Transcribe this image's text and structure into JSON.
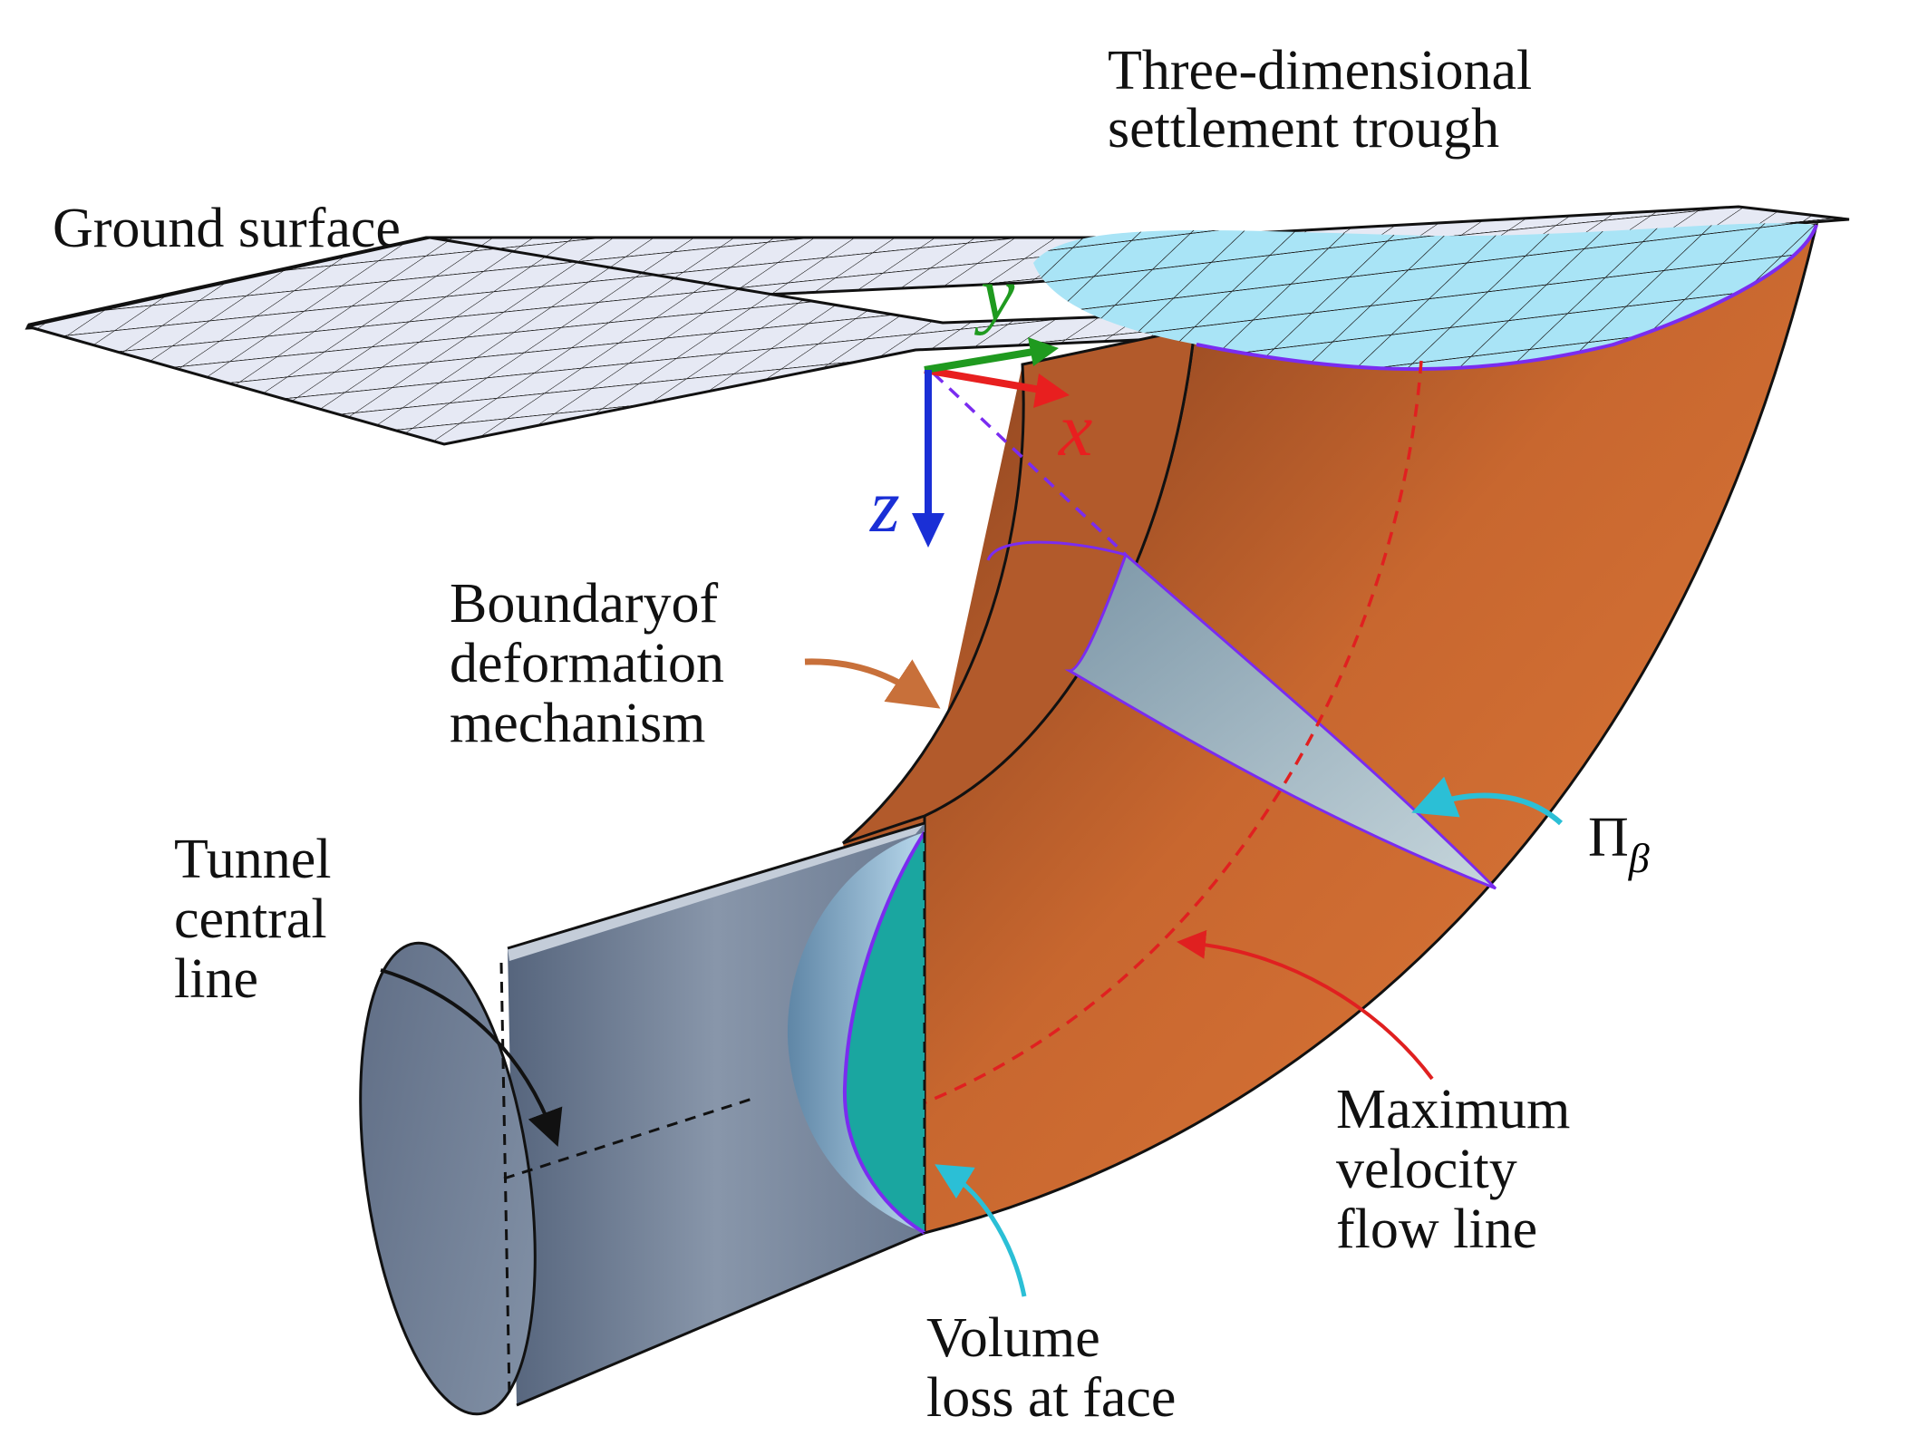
{
  "labels": {
    "three_dimensional_trough": [
      "Three-dimensional",
      "settlement trough"
    ],
    "ground_surface": "Ground surface",
    "boundary": [
      "Boundaryof",
      "deformation",
      "mechanism"
    ],
    "tunnel_central_line": [
      "Tunnel",
      "central",
      "line"
    ],
    "pi_symbol": "Π",
    "pi_subscript": "β",
    "max_velocity": [
      "Maximum",
      "velocity",
      "flow line"
    ],
    "volume_loss": [
      "Volume",
      "loss at face"
    ]
  },
  "axes": {
    "x": "x",
    "y": "y",
    "z": "z"
  },
  "colors": {
    "ground_grid_fill": "#e6e9f4",
    "trough_fill": "#a9e4f6",
    "mechanism_orange": "#cf6a33",
    "mechanism_dark": "#8e4523",
    "tunnel_slate": "#6f7f96",
    "volume_loss_teal": "#1aa6a0",
    "purple_outline": "#7a2cf0",
    "flow_line_red": "#e02020",
    "axis_x": "#e81f1f",
    "axis_y": "#1f9a1f",
    "axis_z": "#1a2fd6",
    "leader_orange": "#c8703a",
    "leader_cyan": "#2bbfd6"
  }
}
